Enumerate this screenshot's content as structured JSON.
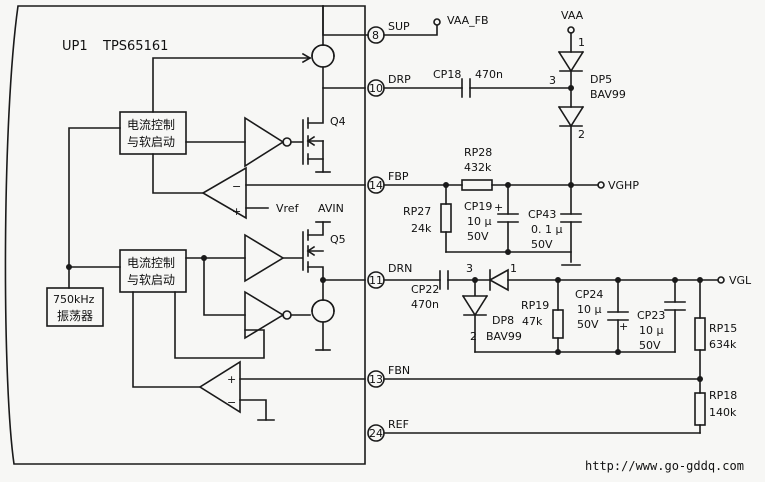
{
  "chip": {
    "ref": "UP1",
    "part": "TPS65161"
  },
  "blocks": {
    "ctrl1": [
      "电流控制",
      "与软启动"
    ],
    "ctrl2": [
      "电流控制",
      "与软启动"
    ],
    "osc": [
      "750kHz",
      "振荡器"
    ]
  },
  "pins": {
    "sup": {
      "num": "8",
      "name": "SUP"
    },
    "drp": {
      "num": "10",
      "name": "DRP"
    },
    "fbp": {
      "num": "14",
      "name": "FBP"
    },
    "drn": {
      "num": "11",
      "name": "DRN"
    },
    "fbn": {
      "num": "13",
      "name": "FBN"
    },
    "ref": {
      "num": "24",
      "name": "REF"
    }
  },
  "labels": {
    "vaa_fb": "VAA_FB",
    "vaa": "VAA",
    "vghp": "VGHP",
    "vgl": "VGL",
    "vref": "Vref",
    "avin": "AVIN",
    "q4": "Q4",
    "q5": "Q5",
    "url": "http://www.go-gddq.com"
  },
  "parts": {
    "cp18": {
      "ref": "CP18",
      "value": "470n"
    },
    "dp5": {
      "ref": "DP5",
      "value": "BAV99",
      "p1": "1",
      "p2": "2",
      "p3": "3"
    },
    "rp28": {
      "ref": "RP28",
      "value": "432k"
    },
    "rp27": {
      "ref": "RP27",
      "value": "24k"
    },
    "cp19": {
      "ref": "CP19",
      "v1": "10 μ",
      "v2": "50V"
    },
    "cp43": {
      "ref": "CP43",
      "v1": "0. 1 μ",
      "v2": "50V"
    },
    "cp22": {
      "ref": "CP22",
      "value": "470n"
    },
    "dp8": {
      "ref": "DP8",
      "value": "BAV99",
      "p1": "1",
      "p2": "2",
      "p3": "3"
    },
    "rp19": {
      "ref": "RP19",
      "value": "47k"
    },
    "cp24": {
      "ref": "CP24",
      "v1": "10 μ",
      "v2": "50V"
    },
    "cp23": {
      "ref": "CP23",
      "v1": "10 μ",
      "v2": "50V"
    },
    "rp15": {
      "ref": "RP15",
      "value": "634k"
    },
    "rp18": {
      "ref": "RP18",
      "value": "140k"
    }
  }
}
